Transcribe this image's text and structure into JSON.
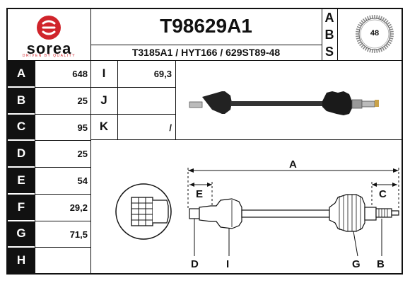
{
  "brand": {
    "name": "sorea",
    "tagline": "DRIVEN BY QUALITY",
    "color": "#d0242b"
  },
  "header": {
    "part_number": "T98629A1",
    "cross_references": "T3185A1 / HYT166 / 629ST89-48",
    "abs_letters": [
      "A",
      "B",
      "S"
    ],
    "abs_teeth": "48"
  },
  "specs": {
    "rows": [
      {
        "letter": "A",
        "value": "648"
      },
      {
        "letter": "B",
        "value": "25"
      },
      {
        "letter": "C",
        "value": "95"
      },
      {
        "letter": "D",
        "value": "25"
      },
      {
        "letter": "E",
        "value": "54"
      },
      {
        "letter": "F",
        "value": "29,2"
      },
      {
        "letter": "G",
        "value": "71,5"
      },
      {
        "letter": "H",
        "value": ""
      }
    ],
    "extra": [
      {
        "letter": "I",
        "value": "69,3"
      },
      {
        "letter": "J",
        "value": ""
      },
      {
        "letter": "K",
        "value": "/"
      }
    ]
  },
  "diagram": {
    "labels": {
      "A": "A",
      "E": "E",
      "C": "C",
      "D": "D",
      "I": "I",
      "G": "G",
      "B": "B"
    }
  }
}
